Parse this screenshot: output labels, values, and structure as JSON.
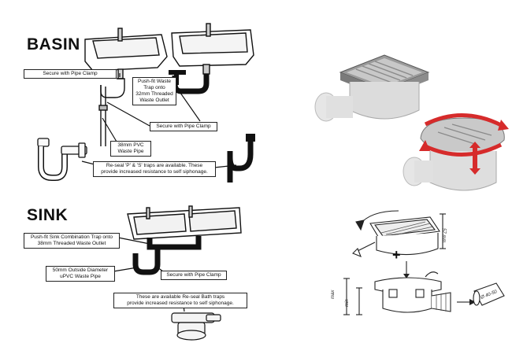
{
  "basin": {
    "heading": "BASIN",
    "callouts": {
      "pipe_clamp_top": "Secure with Pipe Clamp",
      "pushfit_trap": [
        "Push-fit Waste",
        "Trap onto",
        "32mm Threaded",
        "Waste Outlet"
      ],
      "pipe_clamp_mid": "Secure with Pipe Clamp",
      "pvc_pipe": [
        "38mm PVC",
        "Waste Pipe"
      ],
      "reseal": [
        "Re-seal 'P' & 'S' traps are available. These",
        "provide increased resistance to self siphonage."
      ]
    }
  },
  "sink": {
    "heading": "SINK",
    "callouts": {
      "combination_trap": [
        "Push-fit Sink Combination Trap onto",
        "38mm Threaded Waste Outlet"
      ],
      "upvc_pipe": [
        "50mm Outside Diameter",
        "uPVC Waste Pipe"
      ],
      "pipe_clamp": "Secure with Pipe Clamp",
      "bath_traps": [
        "These are available Re-seal Bath traps",
        "provide increased resistance to self siphonage."
      ]
    }
  },
  "floor_drain": {
    "dim_height": "57 mm",
    "dim_max": "max",
    "dim_min": "min",
    "dim_pipe": "Ø 40-50"
  },
  "colors": {
    "ink": "#111111",
    "gray_body": "#dcdcdc",
    "grate": "#b8b8b8",
    "accent_red": "#d62b2b"
  }
}
